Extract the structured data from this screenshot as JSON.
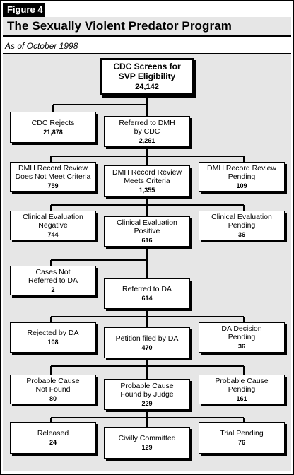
{
  "figure_label": "Figure 4",
  "title": "The Sexually Violent Predator Program",
  "subtitle": "As of October 1998",
  "nodes": {
    "screens": {
      "label": "CDC Screens for\nSVP Eligibility",
      "value": "24,142"
    },
    "cdc_rejects": {
      "label": "CDC Rejects",
      "value": "21,878"
    },
    "referred_dmh": {
      "label": "Referred to DMH\nby CDC",
      "value": "2,261"
    },
    "rr_not_meet": {
      "label": "DMH Record Review\nDoes Not Meet Criteria",
      "value": "759"
    },
    "rr_meets": {
      "label": "DMH Record Review\nMeets Criteria",
      "value": "1,355"
    },
    "rr_pending": {
      "label": "DMH Record Review\nPending",
      "value": "109"
    },
    "ce_negative": {
      "label": "Clinical Evaluation\nNegative",
      "value": "744"
    },
    "ce_positive": {
      "label": "Clinical Evaluation\nPositive",
      "value": "616"
    },
    "ce_pending": {
      "label": "Clinical Evaluation\nPending",
      "value": "36"
    },
    "not_referred_da": {
      "label": "Cases Not\nReferred to DA",
      "value": "2"
    },
    "referred_da": {
      "label": "Referred to DA",
      "value": "614"
    },
    "rejected_da": {
      "label": "Rejected by DA",
      "value": "108"
    },
    "petition_filed": {
      "label": "Petition filed by DA",
      "value": "470"
    },
    "da_pending": {
      "label": "DA Decision\nPending",
      "value": "36"
    },
    "pc_not_found": {
      "label": "Probable Cause\nNot Found",
      "value": "80"
    },
    "pc_found": {
      "label": "Probable Cause\nFound by Judge",
      "value": "229"
    },
    "pc_pending": {
      "label": "Probable Cause\nPending",
      "value": "161"
    },
    "released": {
      "label": "Released",
      "value": "24"
    },
    "civilly_committed": {
      "label": "Civilly Committed",
      "value": "129"
    },
    "trial_pending": {
      "label": "Trial Pending",
      "value": "76"
    }
  }
}
